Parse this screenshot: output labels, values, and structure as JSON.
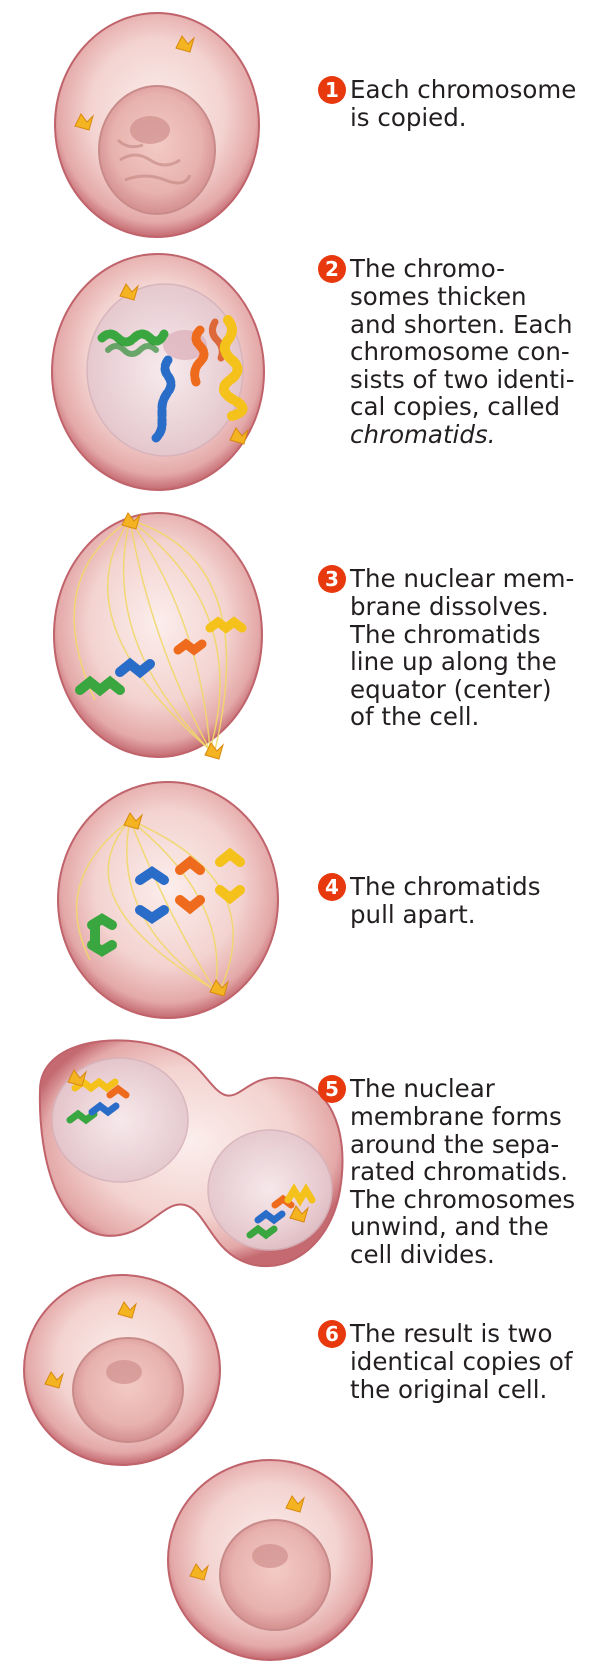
{
  "steps": [
    {
      "number": "1",
      "lines": [
        "Each chromosome",
        "is copied."
      ],
      "italic_last": false
    },
    {
      "number": "2",
      "lines": [
        "The chromo-",
        "somes thicken",
        "and shorten. Each",
        "chromosome con-",
        "sists of two identi-",
        "cal copies, called",
        "chromatids."
      ],
      "italic_last": true
    },
    {
      "number": "3",
      "lines": [
        "The nuclear mem-",
        "brane dissolves.",
        "The chromatids",
        "line up along the",
        "equator (center)",
        "of the cell."
      ],
      "italic_last": false
    },
    {
      "number": "4",
      "lines": [
        "The chromatids",
        "pull apart."
      ],
      "italic_last": false
    },
    {
      "number": "5",
      "lines": [
        "The nuclear",
        "membrane forms",
        "around the sepa-",
        "rated chromatids.",
        "The chromosomes",
        "unwind, and the",
        "cell divides."
      ],
      "italic_last": false
    },
    {
      "number": "6",
      "lines": [
        "The result is two",
        "identical copies of",
        "the original cell."
      ],
      "italic_last": false
    }
  ],
  "colors": {
    "marker": "#e8380d",
    "cell_edge": "#c96a6f",
    "cell_fill": "#f1c9c6",
    "cell_inner": "#f8e6e3",
    "chrom_green": "#3aa640",
    "chrom_blue": "#2a6dc8",
    "chrom_orange": "#ee6a1c",
    "chrom_yellow": "#f4c21b",
    "spindle": "#f1d86a"
  }
}
